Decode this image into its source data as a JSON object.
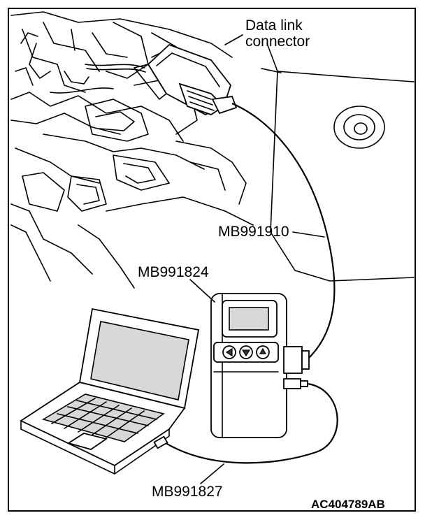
{
  "labels": {
    "data_link_connector_line1": "Data link",
    "data_link_connector_line2": "connector",
    "cable_dlc": "MB991910",
    "vci": "MB991824",
    "cable_usb": "MB991827",
    "figure_id": "AC404789AB"
  }
}
